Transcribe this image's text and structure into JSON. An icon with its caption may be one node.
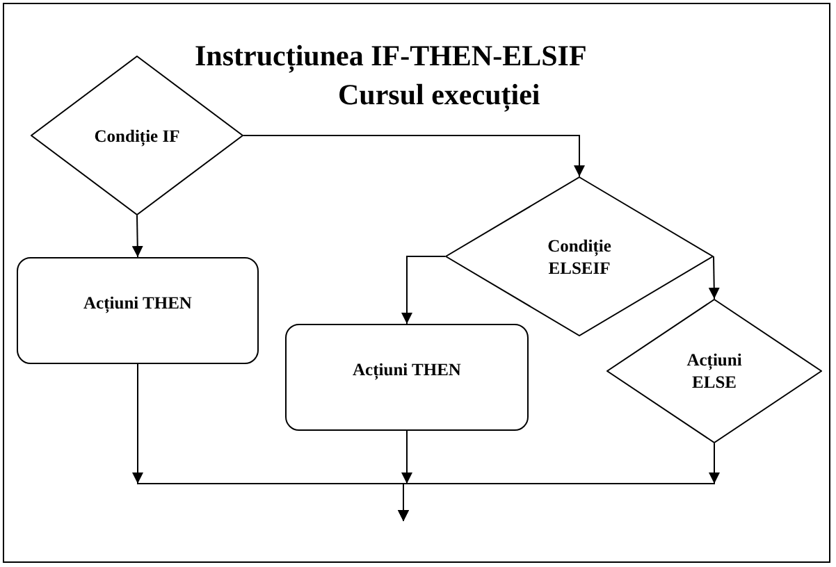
{
  "diagram": {
    "title": "Instrucțiunea IF-THEN-ELSIF",
    "nodes": [
      {
        "text": [
          "Condiție IF"
        ]
      },
      {
        "text": [
          "Acțiuni THEN"
        ]
      },
      {
        "text": [
          "Condiție ELSEIF"
        ]
      },
      {
        "text": [
          "Acțiuni THEN"
        ]
      },
      {
        "text": [
          "Acțiuni ELSE"
        ]
      }
    ],
    "edges": [
      {
        "from": 0,
        "to": 1,
        "arrow": "to"
      },
      {
        "from": 0,
        "to": 2,
        "arrow": "to"
      },
      {
        "from": 2,
        "to": 3,
        "arrow": "to"
      },
      {
        "from": 2,
        "to": 4,
        "arrow": "to"
      },
      {
        "from": 1,
        "to": null,
        "arrow": "to"
      },
      {
        "from": 3,
        "to": null,
        "arrow": "to"
      },
      {
        "from": 4,
        "to": null,
        "arrow": "to"
      }
    ],
    "labels": [
      "Cursul execuției"
    ]
  }
}
